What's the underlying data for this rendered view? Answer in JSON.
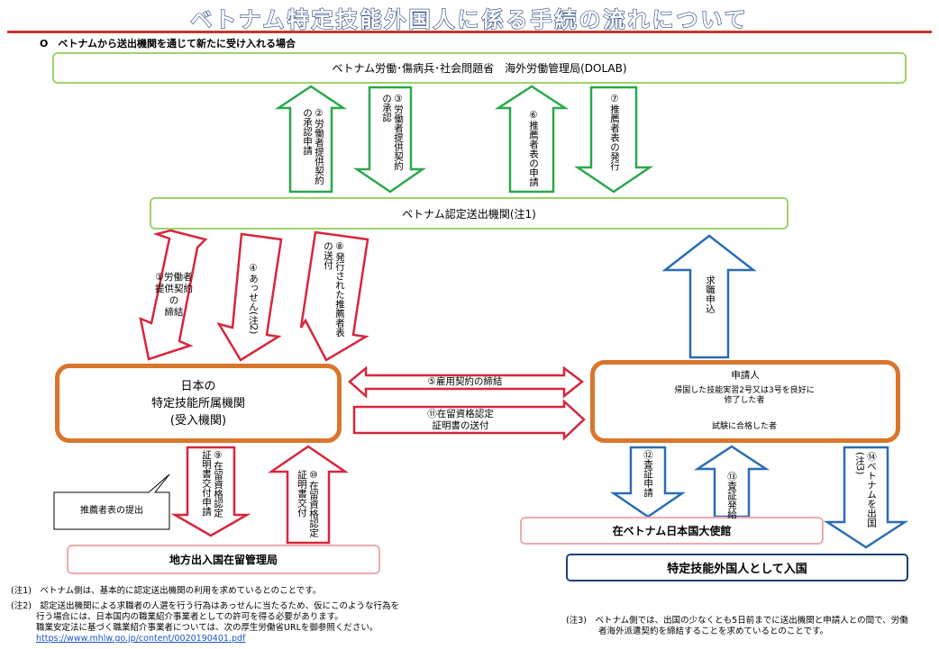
{
  "title": "ベトナム特定技能外国人に係る手続の流れについて",
  "subtitle": "O　ベトナムから送出機関を通じて新たに受け入れる場合",
  "boxes": {
    "dolab": "ベトナム労働･傷病兵･社会問題省　海外労働管理局(DOLAB)",
    "sending": "ベトナム認定送出機関(注1)",
    "japan_org": "日本の\n特定技能所属機関\n(受入機関)",
    "applicant": "申請人",
    "applicant_oval1": "帰国した技能実習2号又は3号を良好に\n修了した者",
    "applicant_oval2": "試験に合格した者",
    "immigration": "地方出入国在留管理局",
    "embassy": "在ベトナム日本国大使館",
    "entry": "特定技能外国人として入国",
    "callout": "推薦者表の提出"
  },
  "arrows": {
    "a2": "②労働者提供契約\nの承認申請",
    "a3": "③労働者提供契約\nの承認",
    "a6": "⑥推薦者表の申請",
    "a7": "⑦推薦者表の発行",
    "a1": "①労働者\n提供契約\nの\n締結",
    "a4": "④あっせん(注2)",
    "a8": "⑧発行された推薦者表\nの送付",
    "job": "求職申込",
    "a5": "⑤雇用契約の締結",
    "a11": "⑪在留資格認定\n証明書の送付",
    "a9": "⑨在留資格認定\n証明書交付申請",
    "a10": "⑩在留資格認定\n証明書交付",
    "a12": "⑫査証申請",
    "a13": "⑬査証発給",
    "a14": "⑭ベトナムを出国\n(注3)"
  },
  "notes": {
    "n1": "(注1)　ベトナム側は、基本的に認定送出機関の利用を求めているとのことです。",
    "n2_l1": "(注2)　認定送出機関による求職者の人選を行う行為はあっせんに当たるため、仮にこのような行為を",
    "n2_l2": "行う場合には、日本国内の職業紹介事業者としての許可を得る必要があります。",
    "n2_l3": "職業安定法に基づく職業紹介事業者については、次の厚生労働省URLを御参照ください。",
    "n2_url": "https://www.mhlw.go.jp/content/0020190401.pdf",
    "n3_l1": "(注3)　ベトナム側では、出国の少なくとも5日前までに送出機関と申請人との間で、労働",
    "n3_l2": "者海外派遣契約を締結することを求めているとのことです。"
  },
  "colors": {
    "green": "#2aa84a",
    "red": "#d7263d",
    "blue": "#2a6db5",
    "orange": "#d9762b",
    "navy": "#1f3f7a"
  }
}
